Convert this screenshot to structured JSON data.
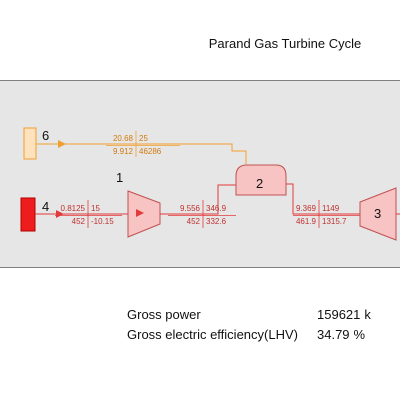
{
  "title": "Parand Gas Turbine Cycle",
  "colors": {
    "panel_bg": "#e6e6e6",
    "air_stream": "#e33b3b",
    "fuel_stream": "#f0a030",
    "equipment_fill": "#f7c3c3",
    "equipment_stroke": "#c05050",
    "fuel_source_fill": "#fde2bd",
    "air_source_fill": "#ee1c1c"
  },
  "streams": [
    {
      "id": "6",
      "top_left": "20.68",
      "top_right": "25",
      "bottom_left": "9.912",
      "bottom_right": "46286"
    },
    {
      "id": "4",
      "top_left": "0.8125",
      "top_right": "15",
      "bottom_left": "452",
      "bottom_right": "-10.15"
    },
    {
      "id": "compressor_out",
      "top_left": "9.556",
      "top_right": "346.9",
      "bottom_left": "452",
      "bottom_right": "332.6"
    },
    {
      "id": "combustor_out",
      "top_left": "9.369",
      "top_right": "1149",
      "bottom_left": "461.9",
      "bottom_right": "1315.7"
    }
  ],
  "equipment": [
    {
      "id": "1",
      "type": "compressor"
    },
    {
      "id": "2",
      "type": "combustor"
    },
    {
      "id": "3",
      "type": "turbine"
    }
  ],
  "summary": {
    "gross_power_label": "Gross power",
    "gross_power_value": "159621",
    "gross_power_unit": "k",
    "efficiency_label": "Gross electric efficiency(LHV)",
    "efficiency_value": "34.79",
    "efficiency_unit": "%"
  }
}
